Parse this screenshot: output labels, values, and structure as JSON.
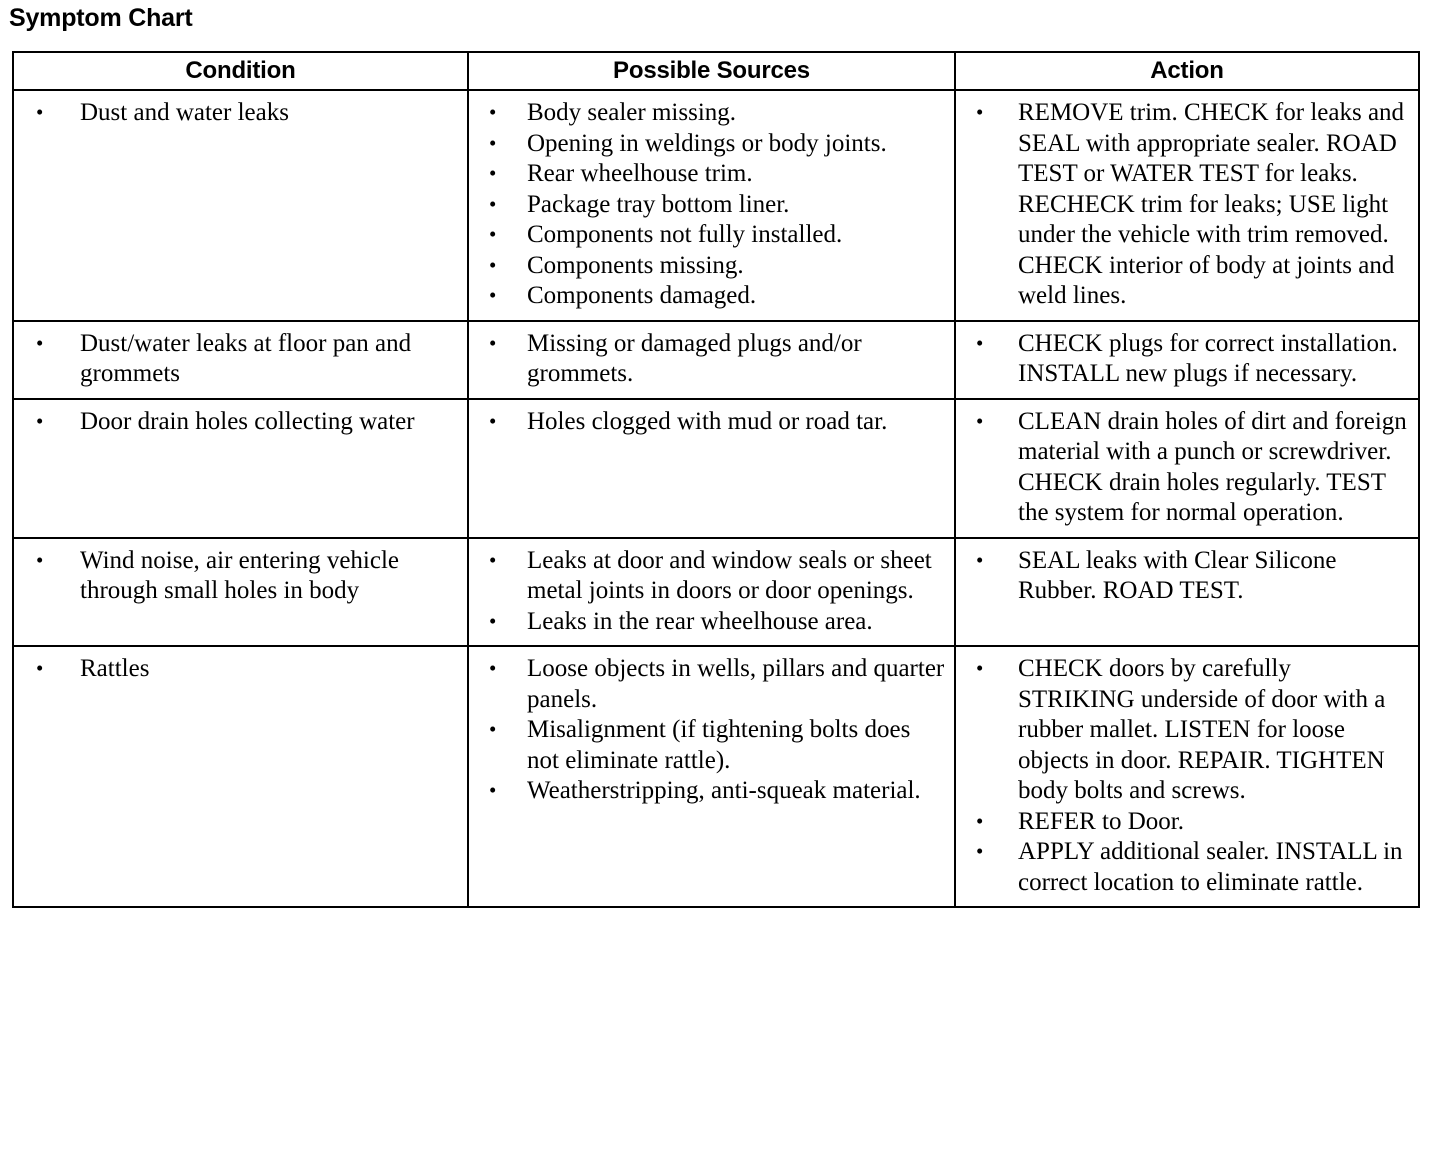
{
  "document": {
    "title": "Symptom Chart"
  },
  "table": {
    "headers": [
      "Condition",
      "Possible Sources",
      "Action"
    ],
    "rows": [
      {
        "condition": [
          "Dust and water leaks"
        ],
        "sources": [
          "Body sealer missing.",
          "Opening in weldings or body joints.",
          "Rear wheelhouse trim.",
          "Package tray bottom liner.",
          "Components not fully installed.",
          "Components missing.",
          "Components damaged."
        ],
        "action": [
          "REMOVE trim. CHECK for leaks and SEAL with appropriate sealer. ROAD TEST or WATER TEST for leaks. RECHECK trim for leaks; USE light under the vehicle with trim removed. CHECK interior of body at joints and weld lines."
        ]
      },
      {
        "condition": [
          "Dust/water leaks at floor pan and grommets"
        ],
        "sources": [
          "Missing or damaged plugs and/or grommets."
        ],
        "action": [
          "CHECK plugs for correct installation. INSTALL new plugs if necessary."
        ]
      },
      {
        "condition": [
          "Door drain holes collecting water"
        ],
        "sources": [
          "Holes clogged with mud or road tar."
        ],
        "action": [
          "CLEAN drain holes of dirt and foreign material with a punch or screwdriver. CHECK drain holes regularly. TEST the system for normal operation."
        ]
      },
      {
        "condition": [
          "Wind noise, air entering vehicle through small holes in body"
        ],
        "sources": [
          "Leaks at door and window seals or sheet metal joints in doors or door openings.",
          "Leaks in the rear wheelhouse area."
        ],
        "action": [
          "SEAL leaks with Clear Silicone Rubber. ROAD TEST."
        ]
      },
      {
        "condition": [
          "Rattles"
        ],
        "sources": [
          "Loose objects in wells, pillars and quarter panels.",
          "Misalignment (if tightening bolts does not eliminate rattle).",
          "Weatherstripping, anti-squeak material."
        ],
        "action": [
          "CHECK doors by carefully STRIKING underside of door with a rubber mallet. LISTEN for loose objects in door. REPAIR. TIGHTEN body bolts and screws.",
          "REFER to Door.",
          "APPLY additional sealer. INSTALL in correct location to eliminate rattle."
        ]
      }
    ]
  },
  "colors": {
    "text": "#000000",
    "background": "#ffffff",
    "border": "#000000"
  }
}
